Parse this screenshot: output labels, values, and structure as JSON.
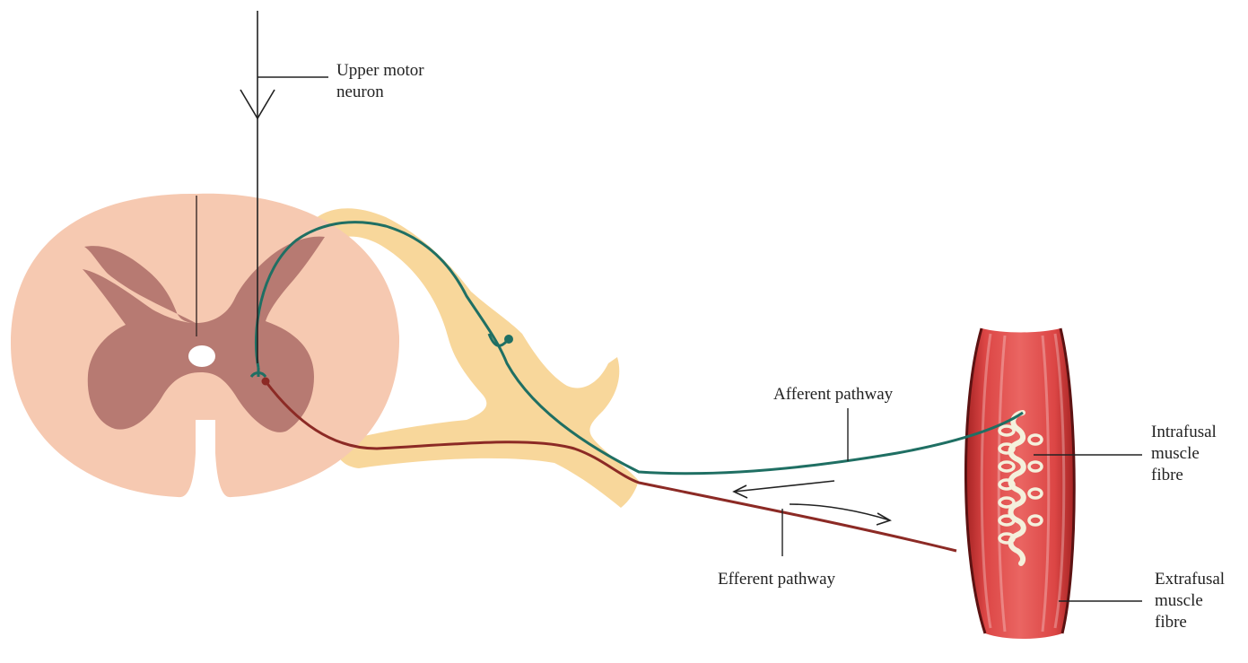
{
  "labels": {
    "upper_motor_neuron_line1": "Upper motor",
    "upper_motor_neuron_line2": "neuron",
    "afferent_pathway": "Afferent pathway",
    "efferent_pathway": "Efferent pathway",
    "intrafusal_line1": "Intrafusal",
    "intrafusal_line2": "muscle",
    "intrafusal_line3": "fibre",
    "extrafusal_line1": "Extrafusal",
    "extrafusal_line2": "muscle",
    "extrafusal_line3": "fibre"
  },
  "colors": {
    "white_matter": "#f6c9b1",
    "grey_matter": "#b77a72",
    "nerve_root": "#f8d79b",
    "afferent": "#1f6f63",
    "efferent": "#8c2a25",
    "muscle": "#e0504f",
    "muscle_dark": "#9f2626",
    "intrafusal": "#f4f0dc",
    "line": "#222222"
  }
}
